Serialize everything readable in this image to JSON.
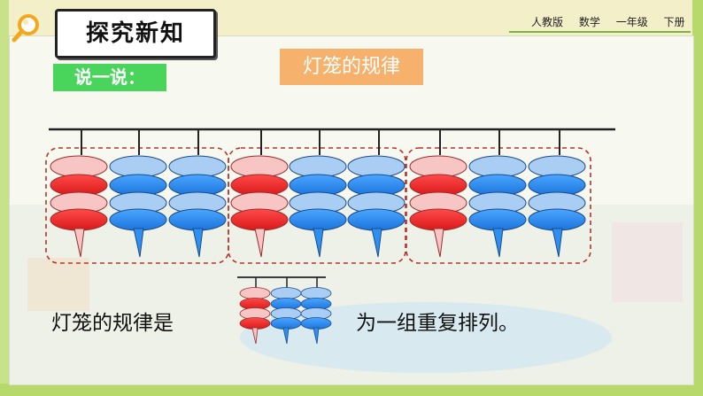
{
  "header": {
    "title": "探究新知",
    "publisher": "人教版",
    "subject": "数学",
    "grade": "一年级",
    "volume": "下册"
  },
  "subtitle": "灯笼的规律",
  "prompt": "说一说：",
  "sentence": {
    "before": "灯笼的规律是",
    "after": "为一组重复排列。"
  },
  "colors": {
    "light_red": "#f7c6c4",
    "red": "#ef2b2b",
    "light_blue": "#a9cdf3",
    "blue": "#2e8ff0",
    "dashed_border": "#b5332d",
    "subtitle_bg": "#f6b16c",
    "prompt_bg": "#49d55b"
  },
  "lantern_pattern": [
    "red",
    "blue",
    "blue"
  ],
  "lantern_groups": 3
}
